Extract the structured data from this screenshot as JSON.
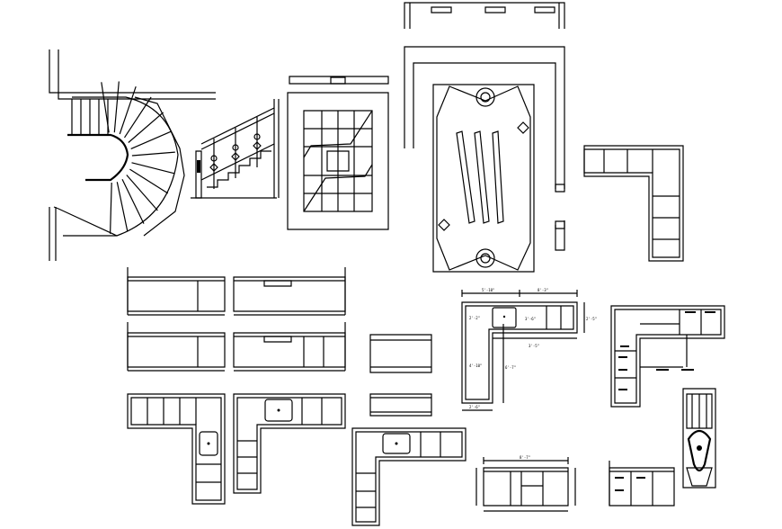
{
  "drawing": {
    "background": "#ffffff",
    "line_color": "#000000"
  },
  "dimensions": {
    "a": "5'-10\"",
    "b": "8'-3\"",
    "c": "2'-5\"",
    "d": "2'-2\"",
    "e": "3'-6\"",
    "f": "4'-10\"",
    "g": "6'-7\"",
    "h": "3'-5\"",
    "i": "2'-6\"",
    "j": "8'-7\""
  }
}
